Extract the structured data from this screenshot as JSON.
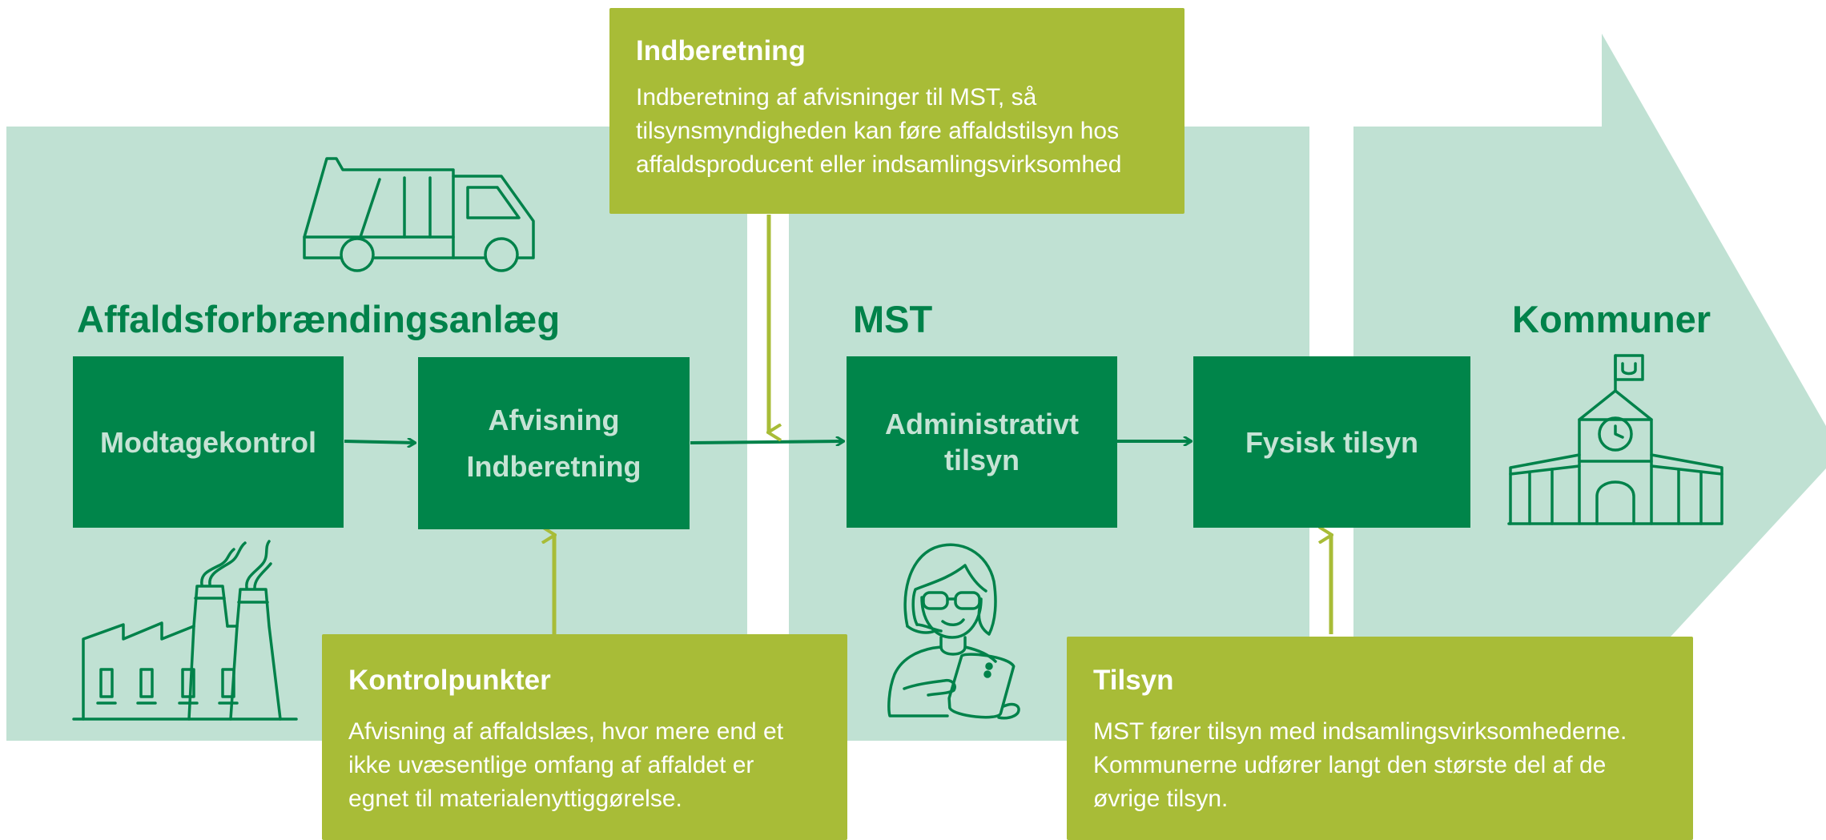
{
  "headings": {
    "plant": "Affaldsforbrændingsanlæg",
    "mst": "MST",
    "municipalities": "Kommuner"
  },
  "steps": {
    "intake": "Modtagekontrol",
    "rejection_line1": "Afvisning",
    "rejection_line2": "Indberetning",
    "admin_line1": "Administrativt",
    "admin_line2": "tilsyn",
    "physical": "Fysisk tilsyn"
  },
  "notes": {
    "reporting": {
      "title": "Indberetning",
      "lines": [
        "Indberetning af afvisninger til MST, så",
        "tilsynsmyndigheden kan føre affaldstilsyn hos",
        "affaldsproducent eller indsamlingsvirksomhed"
      ]
    },
    "checkpoints": {
      "title": "Kontrolpunkter",
      "lines": [
        "Afvisning af affaldslæs, hvor mere end et",
        "ikke uvæsentlige omfang af affaldet er",
        "egnet til materialenyttiggørelse."
      ]
    },
    "inspection": {
      "title": "Tilsyn",
      "lines": [
        "MST fører tilsyn med indsamlingsvirksomhederne.",
        "Kommunerne udfører langt den største del af de",
        "øvrige tilsyn."
      ]
    }
  },
  "icons": [
    "garbage-truck-icon",
    "factory-icon",
    "woman-with-tablet-icon",
    "town-hall-icon"
  ],
  "colors": {
    "background_panel": "#c0e1d3",
    "step_box": "#00854a",
    "heading": "#00824a",
    "note_box": "#a8bc37",
    "arrow_dark": "#00824a",
    "arrow_light": "#a8bc37"
  }
}
